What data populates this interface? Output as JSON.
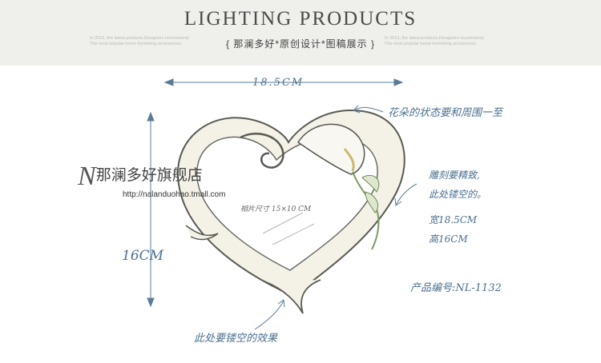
{
  "header": {
    "title": "LIGHTING PRODUCTS",
    "subtitle": "{ 那澜多好*原创设计*图稿展示 }",
    "small_left_1": "In 2013, the latest products,Designers recommend,",
    "small_left_2": "The most popular home furnishing accessories.",
    "small_right_1": "In 2013, the latest products,Designers recommend,",
    "small_right_2": "The most popular home furnishing accessories."
  },
  "annotations": {
    "width_dim": "18.5CM",
    "height_dim": "16CM",
    "flower_note": "花朵的状态要和周围一至",
    "carving_1": "雕刻要精致,",
    "carving_2": "此处镂空的。",
    "width_spec": "宽18.5CM",
    "height_spec": "高16CM",
    "product_code": "产品编号:NL-1132",
    "photo_size": "相片尺寸  15×10 CM",
    "bottom_note": "此处要镂空的效果"
  },
  "watermark": {
    "initial": "N",
    "store_name": "那澜多好旗舰店",
    "url": "http://nalanduohao.tmall.com"
  },
  "colors": {
    "header_bg": "#efefeb",
    "ink_blue": "#4b6f90",
    "frame_cream": "#f3f0e4"
  }
}
